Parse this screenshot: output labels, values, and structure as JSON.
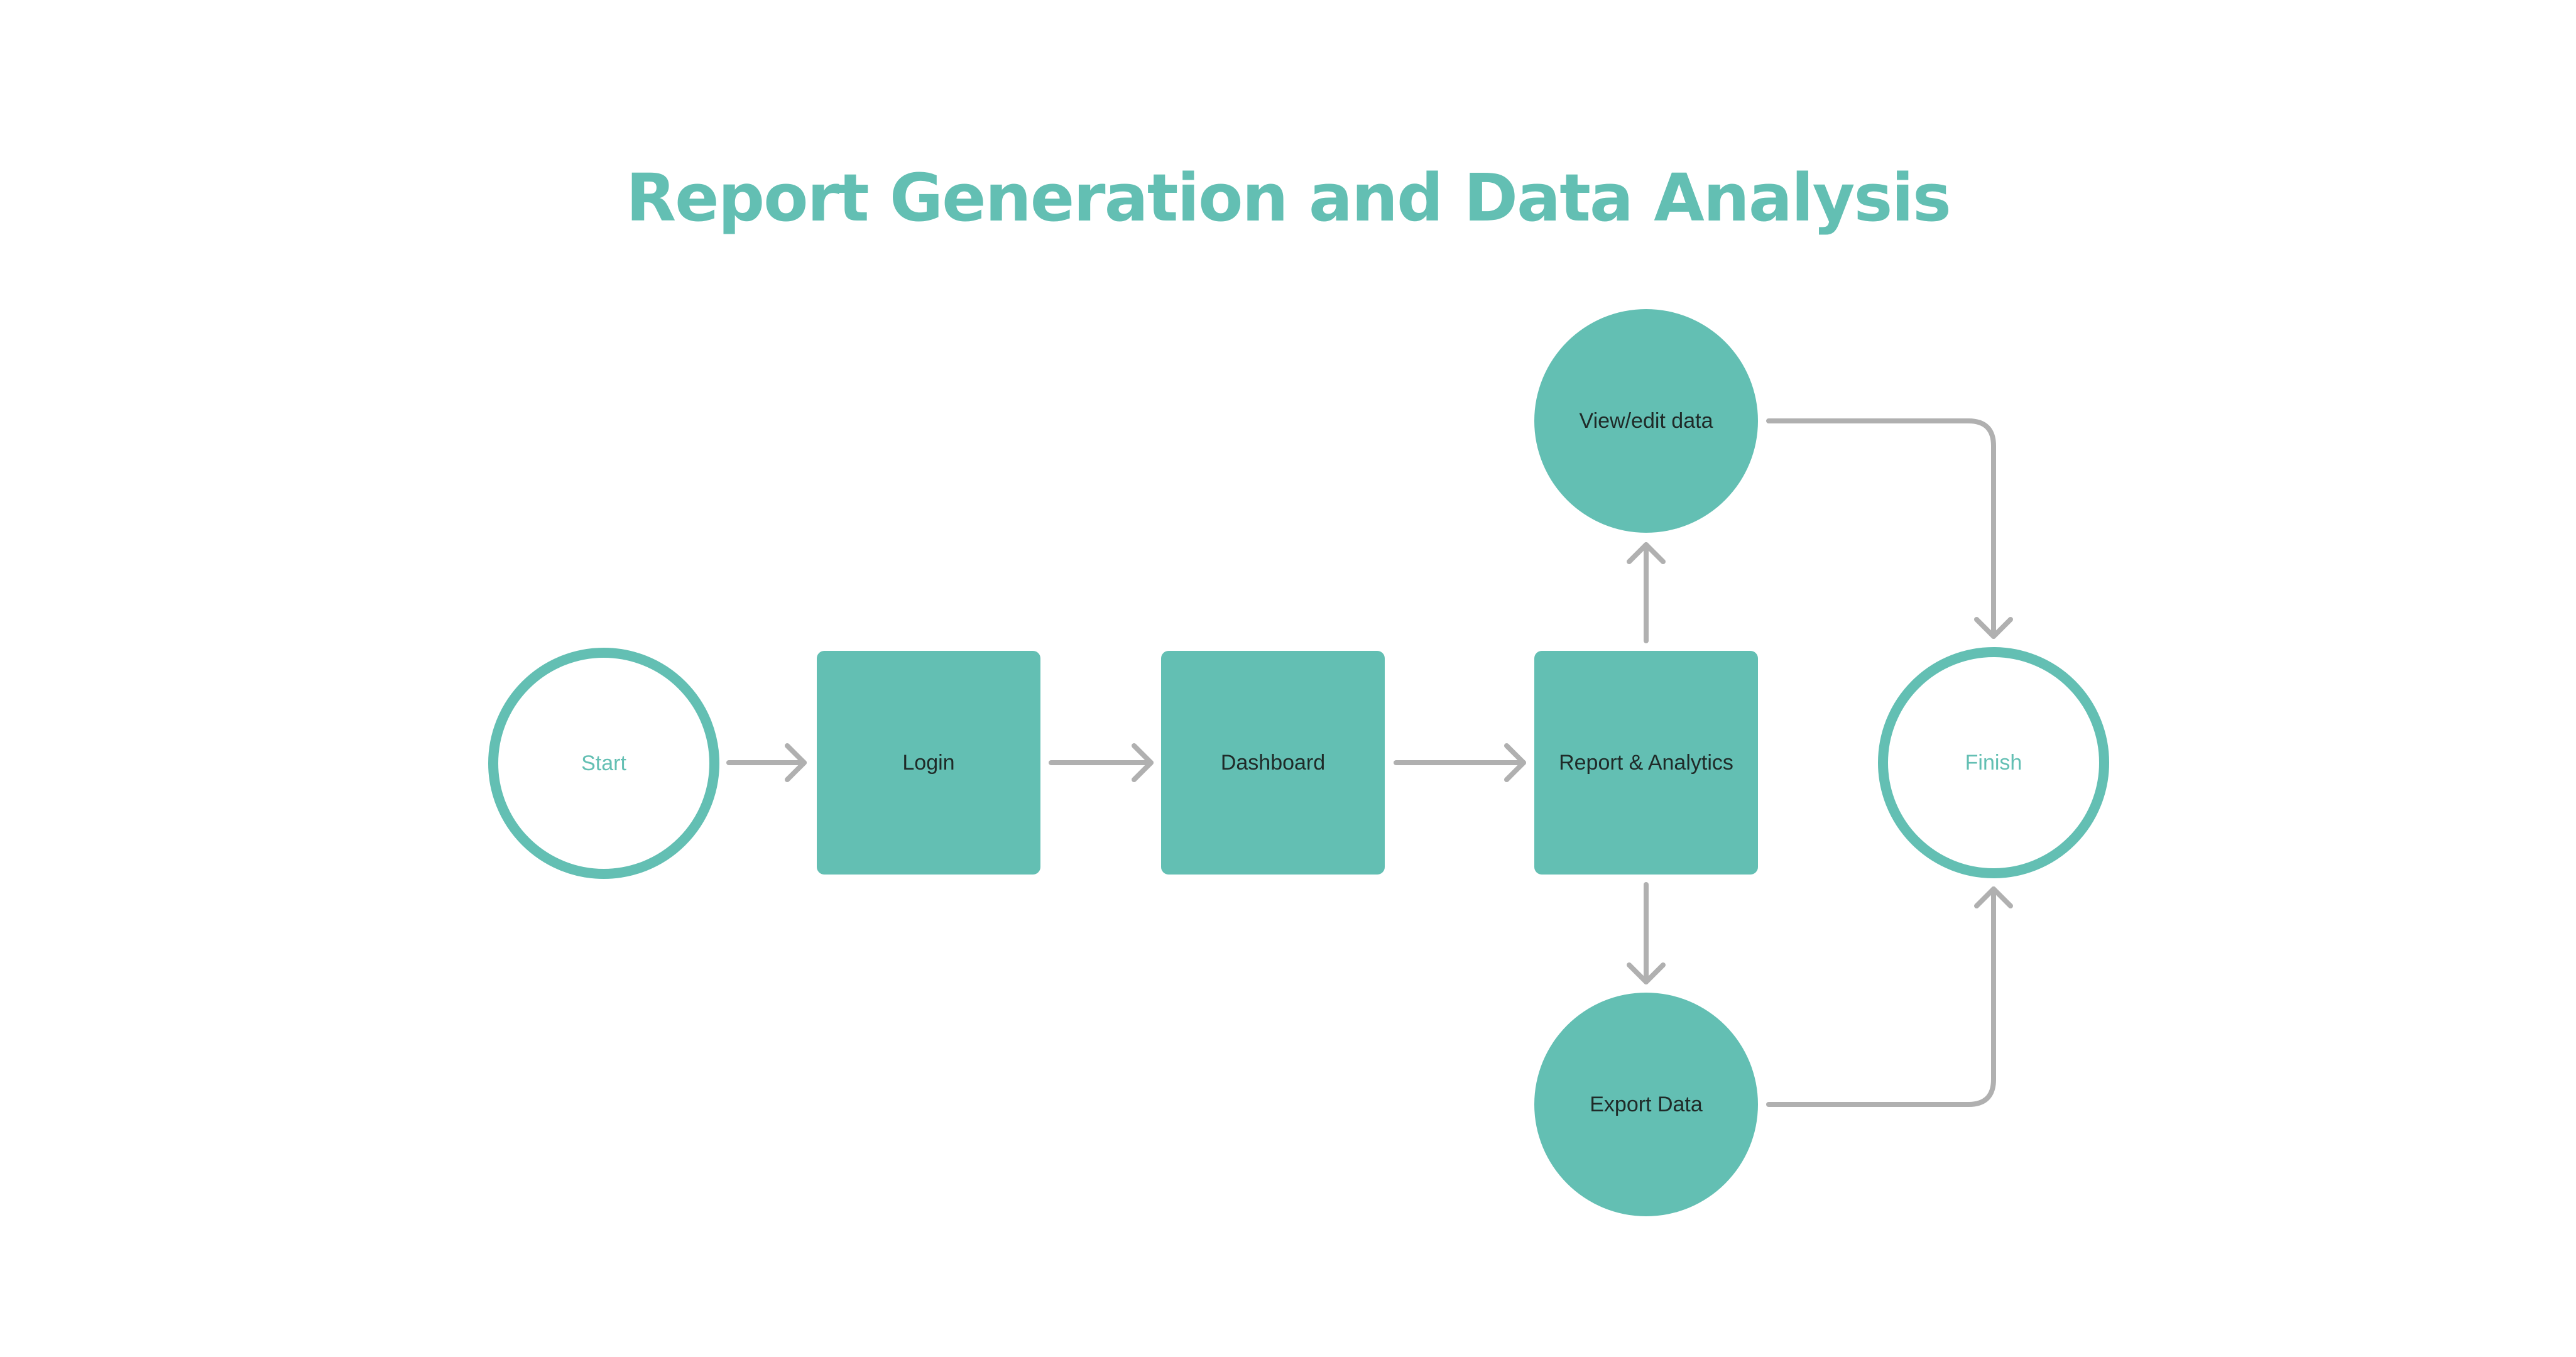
{
  "title": "Report Generation and Data Analysis",
  "colors": {
    "accent": "#63bfb3",
    "connector": "#b0b0b0",
    "node_text": "#1f2a28"
  },
  "nodes": {
    "start": {
      "label": "Start",
      "shape": "circle-outline"
    },
    "login": {
      "label": "Login",
      "shape": "square"
    },
    "dashboard": {
      "label": "Dashboard",
      "shape": "square"
    },
    "report_analytics": {
      "label": "Report & Analytics",
      "shape": "square"
    },
    "view_edit": {
      "label": "View/edit data",
      "shape": "circle"
    },
    "export": {
      "label": "Export Data",
      "shape": "circle"
    },
    "finish": {
      "label": "Finish",
      "shape": "circle-outline"
    }
  },
  "edges": [
    {
      "from": "start",
      "to": "login"
    },
    {
      "from": "login",
      "to": "dashboard"
    },
    {
      "from": "dashboard",
      "to": "report_analytics"
    },
    {
      "from": "report_analytics",
      "to": "view_edit"
    },
    {
      "from": "report_analytics",
      "to": "export"
    },
    {
      "from": "view_edit",
      "to": "finish"
    },
    {
      "from": "export",
      "to": "finish"
    }
  ]
}
